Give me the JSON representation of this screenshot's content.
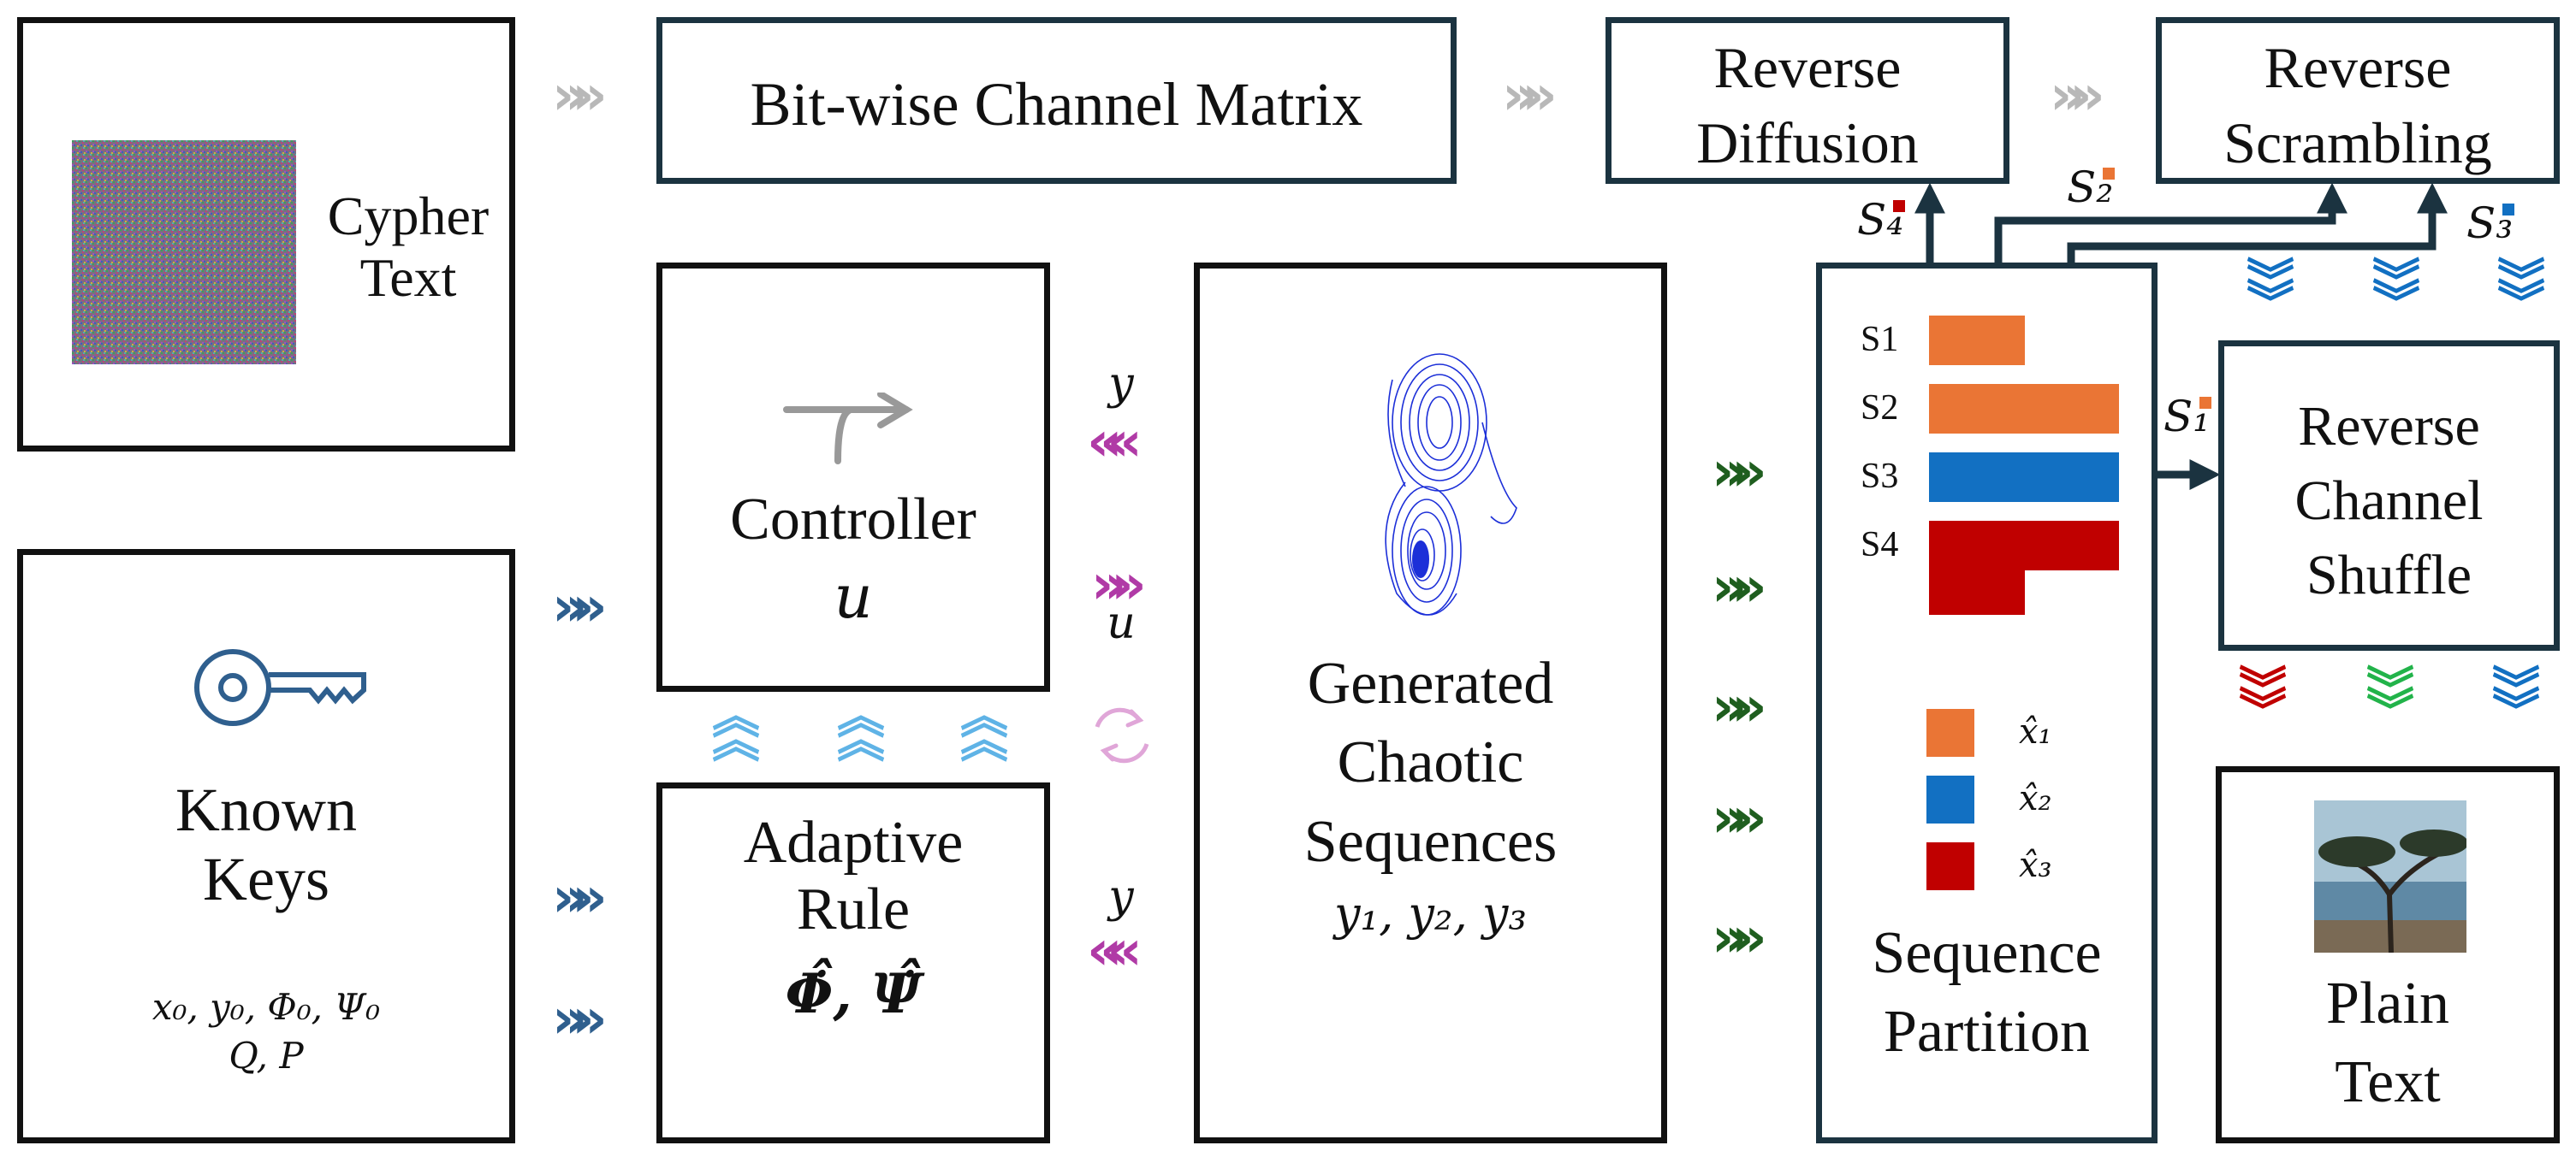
{
  "cypher_text": "Cypher\nText",
  "known_keys": "Known\nKeys",
  "known_vars_line1": "x₀, y₀, Φ₀, Ψ₀",
  "known_vars_line2": "Q, P",
  "bitwise_matrix": "Bit-wise Channel Matrix",
  "reverse_diffusion": "Reverse\nDiffusion",
  "reverse_scrambling": "Reverse\nScrambling",
  "controller": "Controller",
  "controller_var": "u",
  "adaptive_rule": "Adaptive\nRule",
  "adaptive_vars": "Φ̇̂, Ψ̇̂",
  "generated": "Generated\nChaotic\nSequences",
  "generated_vars": "y₁, y₂, y₃",
  "partition": "Sequence\nPartition",
  "partition_bars": [
    {
      "label": "S1",
      "color": "#ea7535"
    },
    {
      "label": "S2",
      "color": "#ea7535"
    },
    {
      "label": "S3",
      "color": "#1270c2"
    },
    {
      "label": "S4",
      "color": "#c00000"
    }
  ],
  "partition_legend": [
    {
      "label": "x̂₁",
      "color": "#ea7535"
    },
    {
      "label": "x̂₂",
      "color": "#1270c2"
    },
    {
      "label": "x̂₃",
      "color": "#c00000"
    }
  ],
  "reverse_shuffle": "Reverse\nChannel\nShuffle",
  "plain_text": "Plain\nText",
  "sig_y_top": "y",
  "sig_u": "u",
  "sig_y_bottom": "y",
  "s4": "S₄",
  "s2": "S₂",
  "s3": "S₃",
  "s1": "S₁",
  "colors": {
    "orange": "#ea7535",
    "blue": "#1270c2",
    "red": "#c00000",
    "dark_teal": "#1b3340",
    "gray_chevron": "#b8b8b8",
    "key_blue": "#2f5f8e",
    "magenta": "#b03aa6",
    "light_blue": "#5fb3e6",
    "green": "#1f5e1f",
    "bright_green": "#22b34a"
  }
}
